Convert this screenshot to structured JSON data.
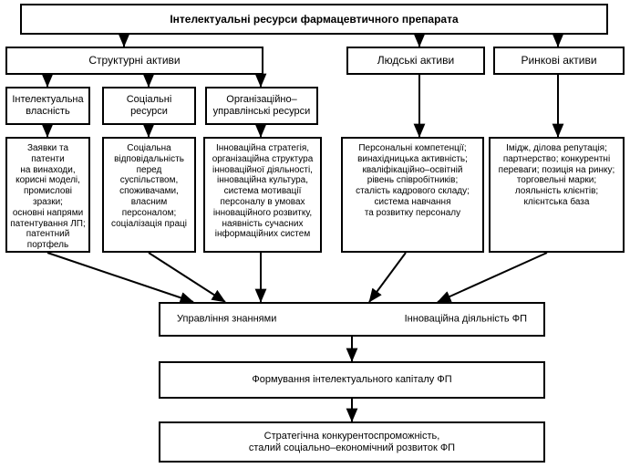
{
  "diagram": {
    "title_box": {
      "label": "Інтелектуальні ресурси фармацевтичного препарата"
    },
    "level2": [
      {
        "id": "structural",
        "label": "Структурні активи"
      },
      {
        "id": "human",
        "label": "Людські активи"
      },
      {
        "id": "market",
        "label": "Ринкові активи"
      }
    ],
    "level3": [
      {
        "id": "intellectual-property",
        "label": "Інтелектуальна\nвласність"
      },
      {
        "id": "social-resources",
        "label": "Соціальні\nресурси"
      },
      {
        "id": "organizational-management-resources",
        "label": "Організаційно–\nуправлінські ресурси"
      }
    ],
    "details": [
      {
        "id": "intellectual-property-details",
        "label": "Заявки та патенти\nна винаходи,\nкорисні моделі,\nпромислові\nзразки;\nосновні напрями\nпатентування ЛП;\nпатентний\nпортфель"
      },
      {
        "id": "social-resources-details",
        "label": "Соціальна\nвідповідальність\nперед\nсуспільством,\nспоживачами,\nвласним\nперсоналом;\nсоціалізація праці"
      },
      {
        "id": "organizational-management-details",
        "label": "Інноваційна стратегія,\nорганізаційна структура\nінноваційної діяльності,\nінноваційна культура,\nсистема мотивації\nперсоналу в умовах\nінноваційного розвитку,\nнаявність сучасних\nінформаційних систем"
      },
      {
        "id": "human-assets-details",
        "label": "Персональні компетенції;\nвинахідницька активність;\nкваліфікаційно–освітній\nрівень співробітників;\nсталість кадрового складу;\nсистема навчання\nта розвитку персоналу"
      },
      {
        "id": "market-assets-details",
        "label": "Імідж, ділова репутація;\nпартнерство; конкурентні\nпереваги; позиція на ринку;\nторговельні марки;\nлояльність клієнтів;\nклієнтська база"
      }
    ],
    "knowledge_row": {
      "left_label": "Управління знаннями",
      "right_label": "Інноваційна діяльність ФП",
      "connector_icon": "double-headed-arrow-icon"
    },
    "outcome_boxes": [
      {
        "id": "capital-formation",
        "label": "Формування інтелектуального капіталу ФП"
      },
      {
        "id": "strategic-competitiveness",
        "label": "Стратегічна конкурентоспроможність,\nсталий соціально–економічний розвиток ФП"
      }
    ],
    "colors": {
      "stroke": "#000000",
      "fill": "#ffffff",
      "text": "#000000"
    }
  }
}
